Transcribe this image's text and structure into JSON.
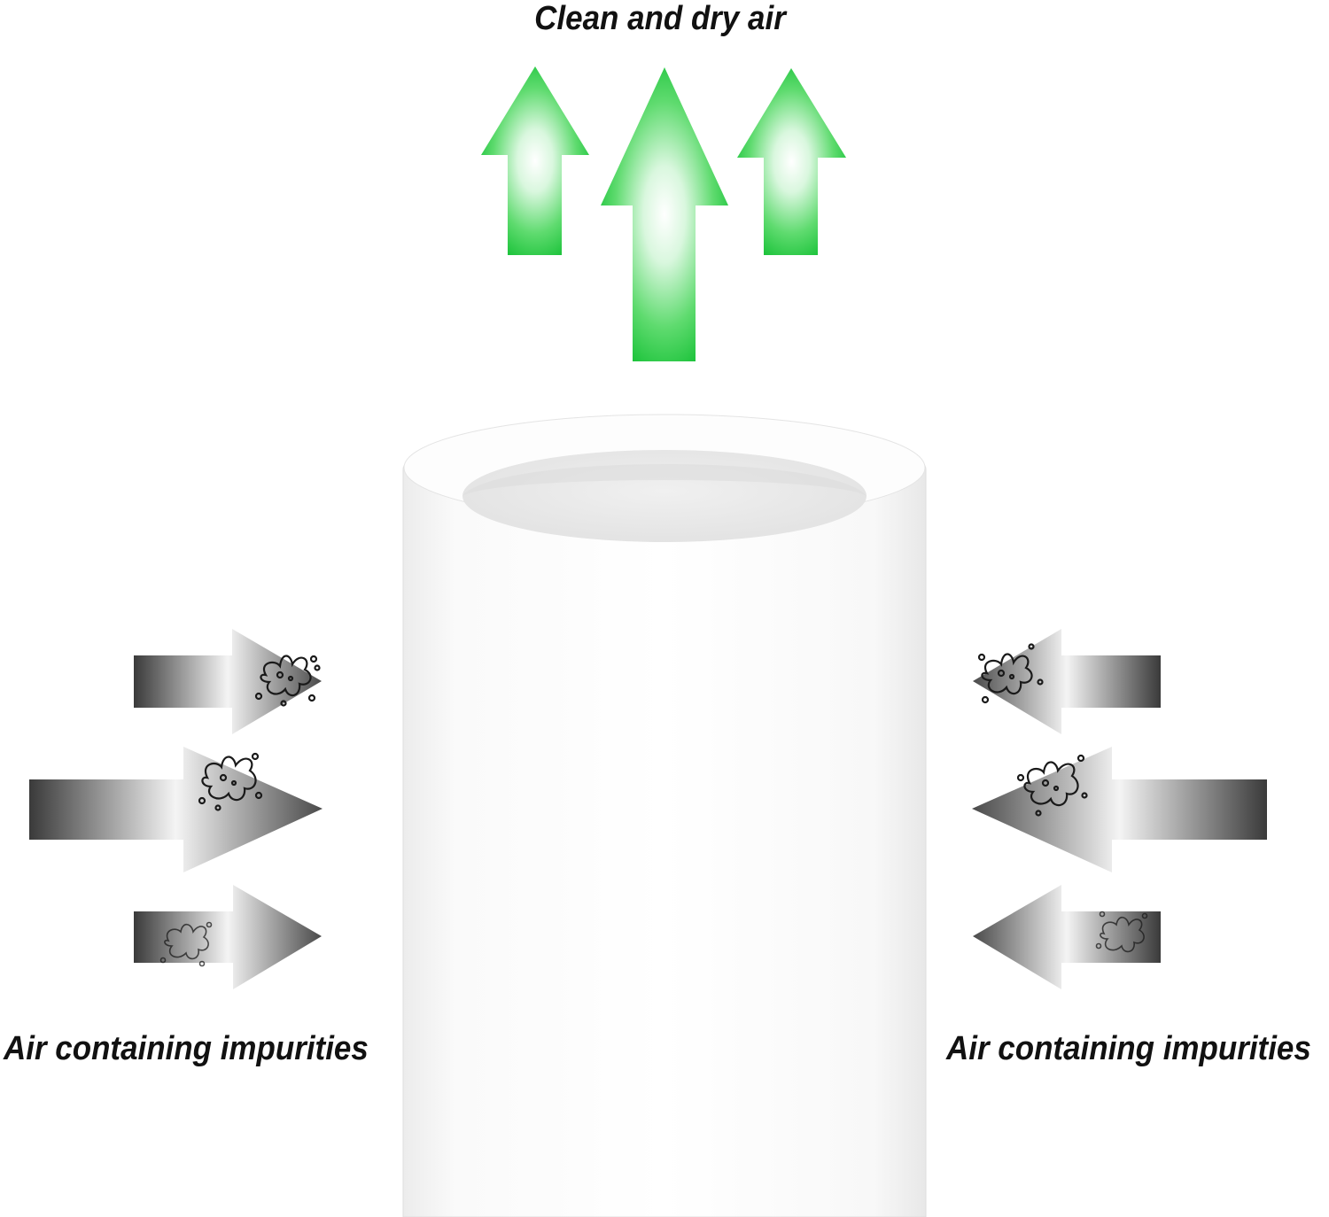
{
  "diagram": {
    "output_label": "Clean and dry air",
    "input_label_left": "Air containing impurities",
    "input_label_right": "Air containing impurities",
    "colors": {
      "clean_air_arrow": "#1fc43d",
      "clean_air_highlight": "#ffffff",
      "impure_air_arrow": "#3a3a3a",
      "impure_air_highlight": "#f2f2f2",
      "filter_body": "#fbfbfb",
      "filter_shadow": "#e6e6e6",
      "particle_outline": "#1a1a1a"
    },
    "icons": {
      "output_arrows": "up-arrow-icon",
      "input_arrows": "right-arrow-icon",
      "particles": "dust-particle-icon",
      "filter": "filter-cartridge-icon"
    }
  }
}
